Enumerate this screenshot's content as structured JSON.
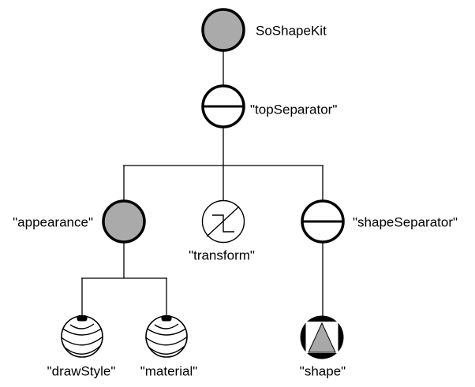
{
  "diagram": {
    "background_color": "#ffffff",
    "outline_color": "#000000",
    "node_fill_gray": "#aaaaaa",
    "triangle_fill_gray": "#a8a8a8",
    "nodes": [
      {
        "id": "soShapeKit",
        "label": "SoShapeKit",
        "type": "kit",
        "icon": "gray-circle"
      },
      {
        "id": "topSeparator",
        "label": "\"topSeparator\"",
        "type": "separator",
        "icon": "circle-with-horizontal-bar"
      },
      {
        "id": "appearance",
        "label": "\"appearance\"",
        "type": "group",
        "icon": "gray-circle"
      },
      {
        "id": "transform",
        "label": "\"transform\"",
        "type": "transform",
        "icon": "circle-with-step-arrow"
      },
      {
        "id": "shapeSeparator",
        "label": "\"shapeSeparator\"",
        "type": "separator",
        "icon": "circle-with-horizontal-bar"
      },
      {
        "id": "drawStyle",
        "label": "\"drawStyle\"",
        "type": "property",
        "icon": "striped-sphere"
      },
      {
        "id": "material",
        "label": "\"material\"",
        "type": "property",
        "icon": "striped-sphere"
      },
      {
        "id": "shape",
        "label": "\"shape\"",
        "type": "shape",
        "icon": "black-circle-square-triangle"
      }
    ],
    "edges": [
      {
        "from": "soShapeKit",
        "to": "topSeparator"
      },
      {
        "from": "topSeparator",
        "to": "appearance"
      },
      {
        "from": "topSeparator",
        "to": "transform"
      },
      {
        "from": "topSeparator",
        "to": "shapeSeparator"
      },
      {
        "from": "appearance",
        "to": "drawStyle"
      },
      {
        "from": "appearance",
        "to": "material"
      },
      {
        "from": "shapeSeparator",
        "to": "shape"
      }
    ]
  }
}
